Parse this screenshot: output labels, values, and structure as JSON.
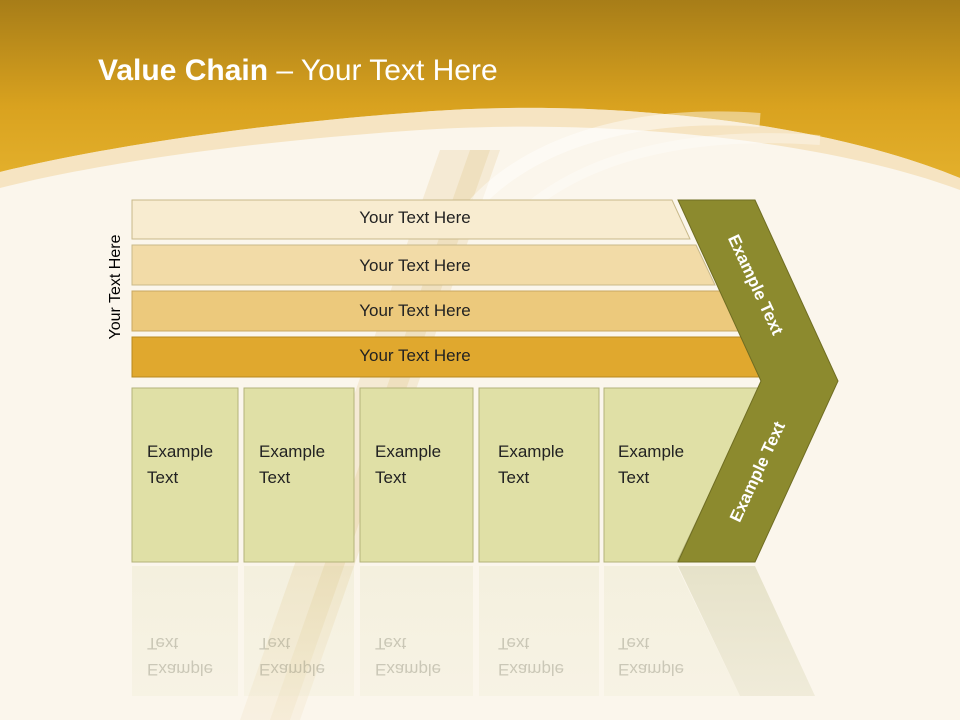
{
  "title": {
    "bold": "Value Chain",
    "rest": " – Your Text Here"
  },
  "side_label": "Your Text Here",
  "bars": [
    {
      "label": "Your Text Here",
      "color": "#f8ecd0"
    },
    {
      "label": "Your Text Here",
      "color": "#f2dba7"
    },
    {
      "label": "Your Text Here",
      "color": "#ecc97c"
    },
    {
      "label": "Your Text Here",
      "color": "#e0a82e"
    }
  ],
  "columns": [
    {
      "label": "Example\nText"
    },
    {
      "label": "Example\nText"
    },
    {
      "label": "Example\nText"
    },
    {
      "label": "Example\nText"
    },
    {
      "label": "Example\nText"
    }
  ],
  "chevron": {
    "top_label": "Example Text",
    "bottom_label": "Example Text",
    "color": "#8c8a2e"
  },
  "colors": {
    "header": "#d9a21f",
    "column_fill": "#e0e0a6",
    "column_border": "#b3b37a"
  }
}
